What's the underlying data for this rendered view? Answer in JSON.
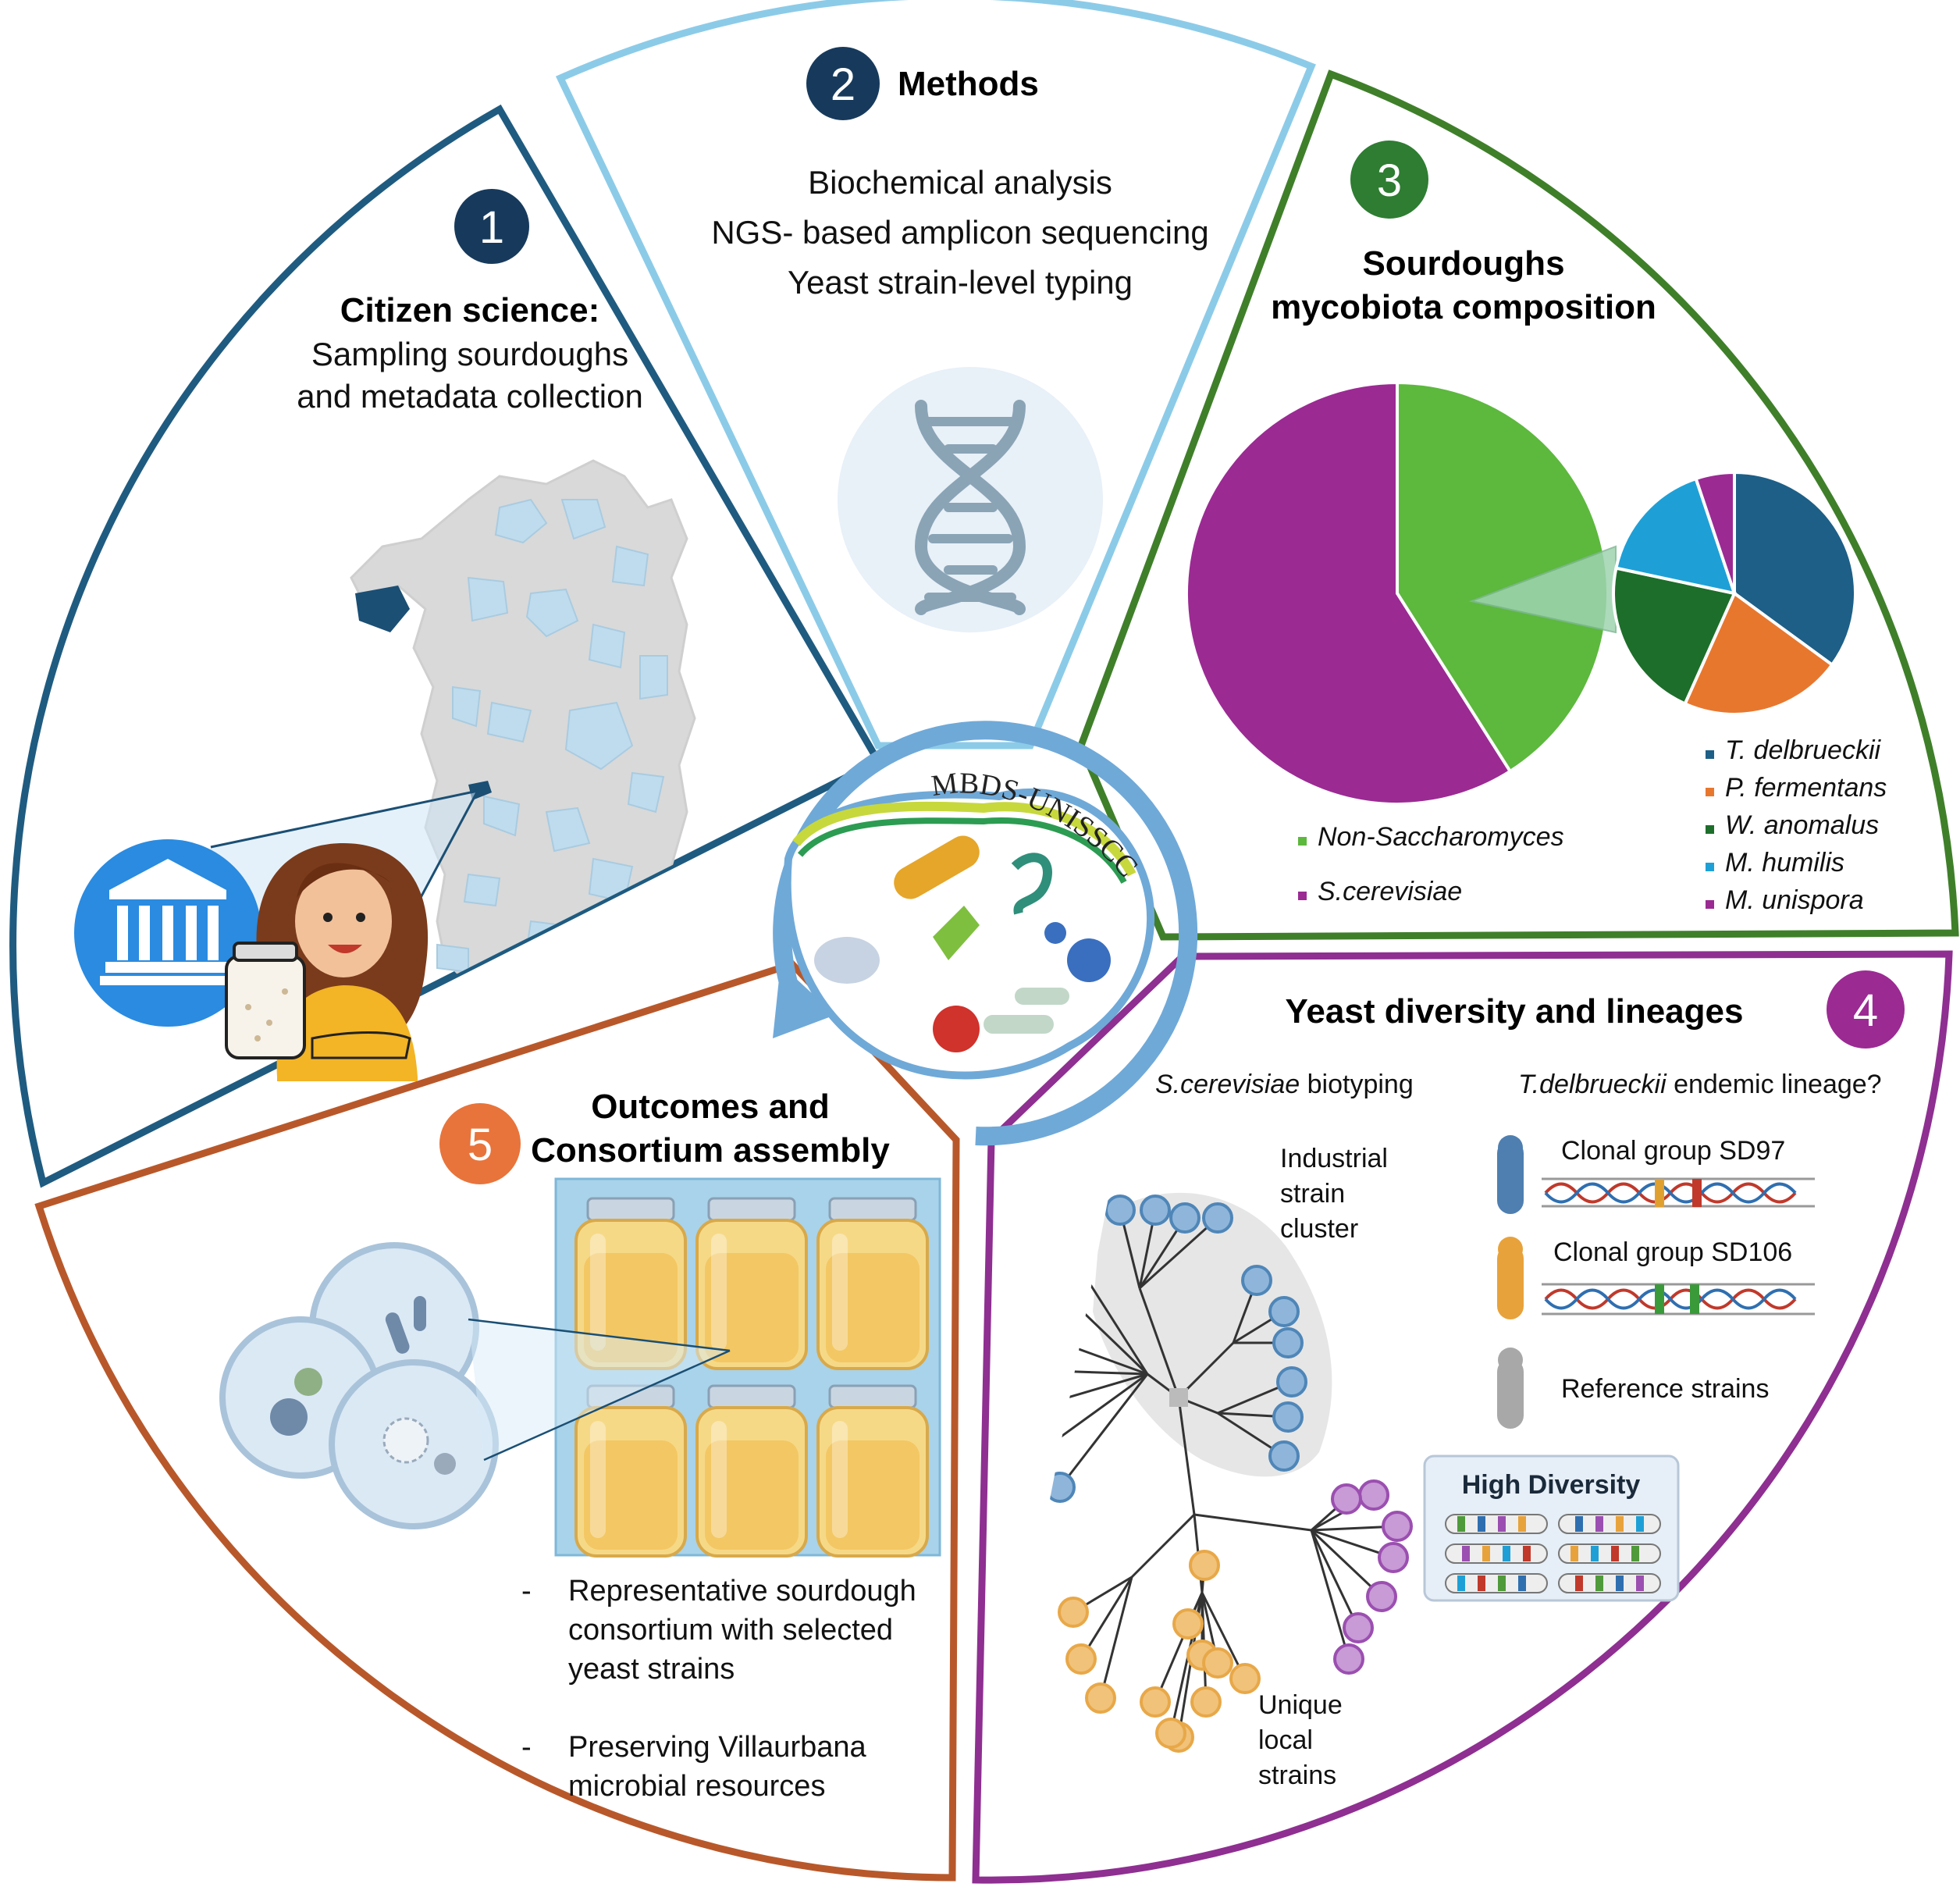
{
  "logo": {
    "text": "MBDS-UNISSCC"
  },
  "panels": {
    "p1": {
      "number": "1",
      "title": "Citizen science:",
      "lines": [
        "Sampling sourdoughs",
        "and metadata collection"
      ],
      "color": "#1f5b80"
    },
    "p2": {
      "number": "2",
      "title": "Methods",
      "lines": [
        "Biochemical analysis",
        "NGS- based amplicon sequencing",
        "Yeast strain-level typing"
      ],
      "color": "#8ccbe8",
      "icon": "dna-icon"
    },
    "p3": {
      "number": "3",
      "title_lines": [
        "Sourdoughs",
        "mycobiota composition"
      ],
      "color": "#3f7f2a"
    },
    "p4": {
      "number": "4",
      "title": "Yeast diversity and lineages",
      "left_heading": {
        "italic": "S.cerevisiae",
        "rest": " biotyping"
      },
      "right_heading": {
        "italic": "T.delbrueckii",
        "rest": " endemic lineage?"
      },
      "cluster_label": [
        "Industrial",
        "strain",
        "cluster"
      ],
      "unique_label": [
        "Unique",
        "local",
        "strains"
      ],
      "clonal_groups": [
        "Clonal group SD97",
        "Clonal group SD106",
        "Reference strains"
      ],
      "high_diversity": "High Diversity",
      "color": "#8e2f91"
    },
    "p5": {
      "number": "5",
      "title_lines": [
        "Outcomes and",
        "Consortium assembly"
      ],
      "bullets": [
        {
          "dash": "-",
          "lines": [
            "Representative sourdough",
            "consortium with selected",
            "yeast strains"
          ]
        },
        {
          "dash": "-",
          "lines": [
            "Preserving Villaurbana",
            "microbial resources"
          ]
        }
      ],
      "color": "#b8582a"
    }
  },
  "chart_data": [
    {
      "type": "pie",
      "series": [
        {
          "name": "Non-Saccharomyces",
          "value": 41,
          "color": "#5db83e"
        },
        {
          "name": "S.cerevisiae",
          "value": 59,
          "color": "#9b2a93"
        }
      ],
      "legend": [
        "Non-Saccharomyces",
        "S.cerevisiae"
      ]
    },
    {
      "type": "pie",
      "series": [
        {
          "name": "T. delbrueckii",
          "value": 34,
          "color": "#1d5f87"
        },
        {
          "name": "P. fermentans",
          "value": 21,
          "color": "#e8772e"
        },
        {
          "name": "W. anomalus",
          "value": 21,
          "color": "#1d6e2a"
        },
        {
          "name": "M. humilis",
          "value": 16,
          "color": "#1ea0d6"
        },
        {
          "name": "M. unispora",
          "value": 5,
          "color": "#9b2a93"
        }
      ],
      "legend": [
        "T. delbrueckii",
        "P. fermentans",
        "W. anomalus",
        "M. humilis",
        "M. unispora"
      ]
    }
  ]
}
